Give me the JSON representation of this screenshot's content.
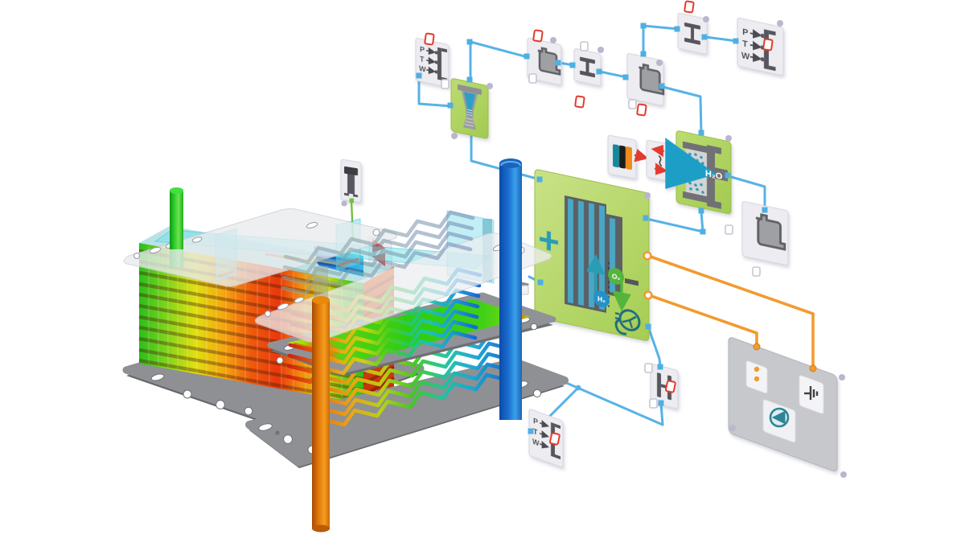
{
  "scene": {
    "description": "PEM fuel cell system model: block diagram connected to exploded 3D thermal visualization of the cell stack",
    "background": "#ffffff"
  },
  "labels": {
    "p": "P",
    "t": "T",
    "w": "W",
    "plus": "+",
    "minus": "−",
    "h2": "H₂",
    "o2": "O₂",
    "h2o": "H₂O"
  },
  "colors": {
    "moist_air_connection": "#56b3e6",
    "electrical_connection": "#f19b30",
    "signal_connection": "#e23b2e",
    "green_block": "#aed35f",
    "tile_gray": "#ececf1",
    "icon_gray": "#56565c",
    "thermal_hot": "#e8380c",
    "thermal_warm": "#f5a50e",
    "thermal_mid": "#2ecc12",
    "thermal_cool": "#1fc2b4",
    "thermal_cold": "#1565d8",
    "pipe_green": "#2ece2e",
    "pipe_blue": "#1a6fd0",
    "pipe_orange": "#f59d1f",
    "plate_gray": "#909297",
    "slice_plane_cyan": "#6ee1eb"
  },
  "blocks": [
    {
      "id": "ptw-source-anode",
      "icon": "ptw-source-icon"
    },
    {
      "id": "nozzle-block",
      "icon": "converging-nozzle-icon"
    },
    {
      "id": "chamber-1",
      "icon": "chamber-icon"
    },
    {
      "id": "valve-1",
      "icon": "valve-icon"
    },
    {
      "id": "chamber-2",
      "icon": "chamber-icon"
    },
    {
      "id": "valve-2",
      "icon": "valve-icon"
    },
    {
      "id": "ptw-source-cathode",
      "icon": "ptw-source-icon"
    },
    {
      "id": "signal-source",
      "icon": "layered-source-icon"
    },
    {
      "id": "signal-converter",
      "icon": "converter-icon"
    },
    {
      "id": "humidifier",
      "icon": "membrane-humidifier-icon"
    },
    {
      "id": "chamber-3",
      "icon": "chamber-icon"
    },
    {
      "id": "fuel-cell-stack",
      "icon": "membrane-electrode-icon"
    },
    {
      "id": "valve-3",
      "icon": "valve-icon"
    },
    {
      "id": "ptw-source-outlet",
      "icon": "ptw-source-icon"
    },
    {
      "id": "electrical-subsystem",
      "icon": "panel"
    },
    {
      "id": "current-sensor",
      "icon": "sensor-dots-icon"
    },
    {
      "id": "current-source",
      "icon": "circle-arrow-icon"
    },
    {
      "id": "electrical-reference",
      "icon": "ground-icon"
    },
    {
      "id": "coolant-tank",
      "icon": "tank-icon"
    }
  ],
  "visualization": {
    "parts": [
      "end-plate-top",
      "bipolar-plate-stack-thermal",
      "coolant-slice-planes",
      "green-inlet-pipe",
      "blue-cathode-pipe",
      "orange-anode-pipe",
      "serpentine-channel-layers",
      "temperature-contour-surface",
      "end-plate-middle",
      "end-plate-bottom"
    ]
  }
}
